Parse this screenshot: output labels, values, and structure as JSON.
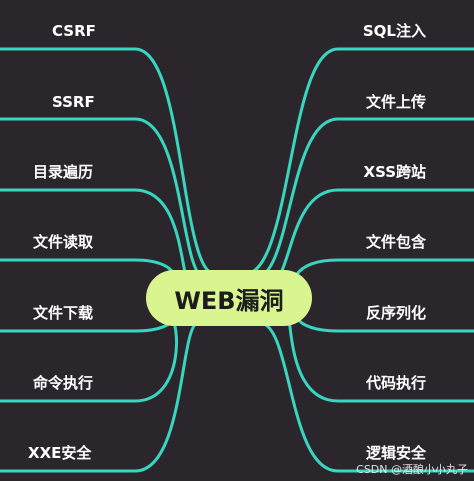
{
  "center": {
    "label": "WEB漏洞"
  },
  "left_nodes": [
    {
      "label": "CSRF"
    },
    {
      "label": "SSRF"
    },
    {
      "label": "目录遍历"
    },
    {
      "label": "文件读取"
    },
    {
      "label": "文件下载"
    },
    {
      "label": "命令执行"
    },
    {
      "label": "XXE安全"
    }
  ],
  "right_nodes": [
    {
      "label": "SQL注入"
    },
    {
      "label": "文件上传"
    },
    {
      "label": "XSS跨站"
    },
    {
      "label": "文件包含"
    },
    {
      "label": "反序列化"
    },
    {
      "label": "代码执行"
    },
    {
      "label": "逻辑安全"
    }
  ],
  "watermark": "CSDN @酒酿小小丸子",
  "colors": {
    "background": "#2b262c",
    "branch": "#38d6c0",
    "center_fill": "#d9f58f",
    "text": "#ffffff"
  }
}
